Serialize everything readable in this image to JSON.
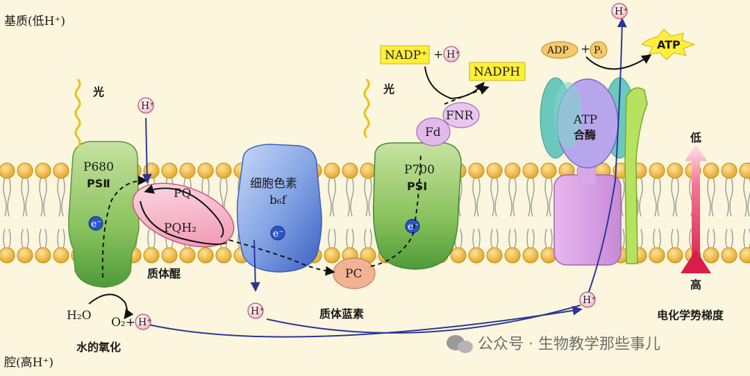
{
  "diagram": {
    "stroma_label": "基质(低H⁺)",
    "lumen_label": "腔(高H⁺)",
    "light_label_1": "光",
    "light_label_2": "光",
    "ps2_name": "P680",
    "ps2_sub": "PSⅡ",
    "ps1_name": "P700",
    "ps1_sub": "PSⅠ",
    "cyt_name": "细胞色素",
    "cyt_sub": "b₆f",
    "atp_synthase_1": "ATP",
    "atp_synthase_2": "合酶",
    "pq": "PQ",
    "pqh2": "PQH₂",
    "plastoquinone": "质体醌",
    "pc": "PC",
    "plastocyanin": "质体蓝素",
    "fd": "Fd",
    "fnr": "FNR",
    "electron": "e⁻",
    "proton": "H⁺",
    "water": "H₂O",
    "o2_plus": "O₂+",
    "water_oxidation": "水的氧化",
    "nadp": "NADP⁺",
    "nadph": "NADPH",
    "adp": "ADP",
    "pi": "Pᵢ",
    "atp": "ATP",
    "plus": "+",
    "gradient_low": "低",
    "gradient_high": "高",
    "gradient_label": "电化学势梯度",
    "watermark": "公众号 · 生物教学那些事儿"
  },
  "colors": {
    "background": "#fbf6dd",
    "lipid_head": "#f2b933",
    "ps_green": "#7fbf55",
    "cyt_blue": "#7a9be0",
    "atp_purple": "#c79be0",
    "pq_pink": "#f4a9c0",
    "arrow_blue": "#2b3596",
    "gradient_red": "#d81d4a",
    "label_yellow": "#ffef3a"
  }
}
